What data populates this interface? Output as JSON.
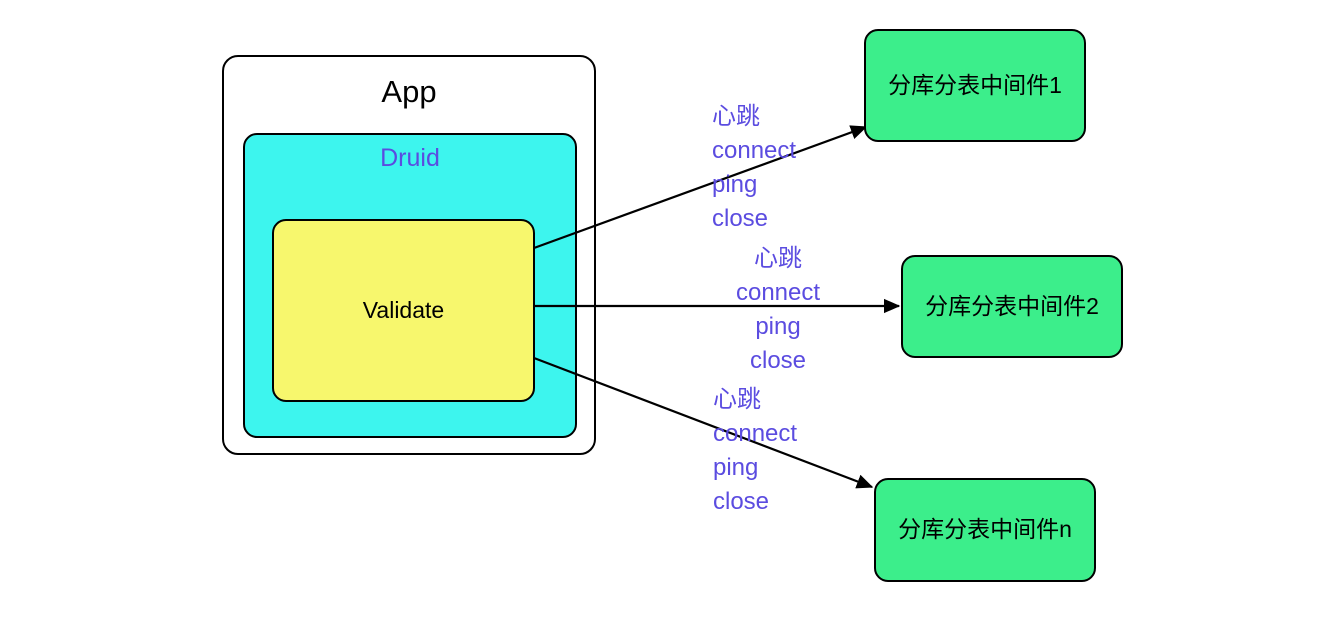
{
  "diagram": {
    "title_app": "App",
    "app": {
      "label": "App",
      "druid": {
        "label": "Druid",
        "validate": {
          "label": "Validate"
        }
      }
    },
    "middlewares": [
      {
        "id": "mw-1",
        "label": "分库分表中间件1"
      },
      {
        "id": "mw-2",
        "label": "分库分表中间件2"
      },
      {
        "id": "mw-3",
        "label": "分库分表中间件n"
      }
    ],
    "edges": [
      {
        "id": "edge-1",
        "from": "validate",
        "to": "mw-1",
        "labels": [
          "心跳",
          "connect",
          "ping",
          "close"
        ]
      },
      {
        "id": "edge-2",
        "from": "validate",
        "to": "mw-2",
        "labels": [
          "心跳",
          "connect",
          "ping",
          "close"
        ]
      },
      {
        "id": "edge-3",
        "from": "validate",
        "to": "mw-3",
        "labels": [
          "心跳",
          "connect",
          "ping",
          "close"
        ]
      }
    ],
    "colors": {
      "background": "#ffffff",
      "app_fill": "#ffffff",
      "druid_fill": "#3df5ee",
      "validate_fill": "#f7f76d",
      "middleware_fill": "#3cee8b",
      "stroke": "#000000",
      "label_text": "#5b4ce0",
      "box_text": "#000000"
    }
  }
}
